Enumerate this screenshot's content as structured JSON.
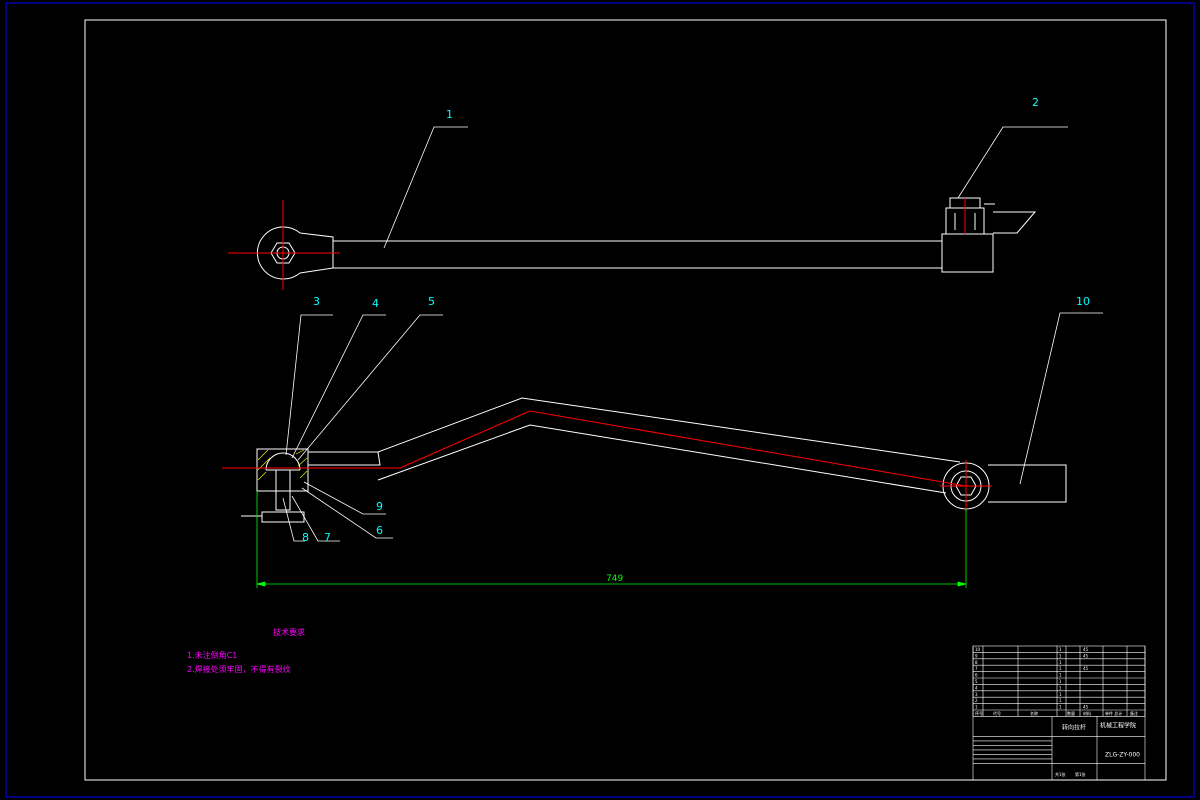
{
  "drawing": {
    "part_labels": [
      "1",
      "2",
      "3",
      "4",
      "5",
      "10",
      "9",
      "6",
      "8",
      "7"
    ],
    "dimension": "749",
    "tech_notes": {
      "title": "技术要求",
      "items": [
        "1.未注倒角C1",
        "2.焊接处须牢固，不得有裂纹"
      ]
    }
  },
  "title_block": {
    "parts_rows": [
      {
        "no": "10",
        "code": "",
        "name": "",
        "qty": "1",
        "mat": "45",
        "note": ""
      },
      {
        "no": "9",
        "code": "",
        "name": "",
        "qty": "1",
        "mat": "45",
        "note": ""
      },
      {
        "no": "8",
        "code": "",
        "name": "",
        "qty": "1",
        "mat": "",
        "note": ""
      },
      {
        "no": "7",
        "code": "",
        "name": "",
        "qty": "1",
        "mat": "45",
        "note": ""
      },
      {
        "no": "6",
        "code": "",
        "name": "",
        "qty": "1",
        "mat": "",
        "note": ""
      },
      {
        "no": "5",
        "code": "",
        "name": "",
        "qty": "1",
        "mat": "",
        "note": ""
      },
      {
        "no": "4",
        "code": "",
        "name": "",
        "qty": "1",
        "mat": "",
        "note": ""
      },
      {
        "no": "3",
        "code": "",
        "name": "",
        "qty": "1",
        "mat": "",
        "note": ""
      },
      {
        "no": "2",
        "code": "",
        "name": "",
        "qty": "1",
        "mat": "",
        "note": ""
      },
      {
        "no": "1",
        "code": "",
        "name": "",
        "qty": "1",
        "mat": "45",
        "note": ""
      }
    ],
    "header": {
      "no": "序号",
      "code": "代号",
      "name": "名称",
      "qty": "数量",
      "mat": "材料",
      "weight": "单件 总计",
      "note": "备注"
    },
    "drawing_name": "转向拉杆",
    "school": "机械工程学院",
    "drawing_code": "ZLG-ZY-000",
    "sheet": "共1张",
    "sheet_no": "第1张"
  },
  "colors": {
    "background": "#000000",
    "frame": "#ffffff",
    "outer_frame": "#0000ff",
    "part_lines": "#ffffff",
    "center_lines": "#ff0000",
    "labels": "#00ffff",
    "dimension": "#00ff00",
    "notes": "#ff00ff"
  }
}
